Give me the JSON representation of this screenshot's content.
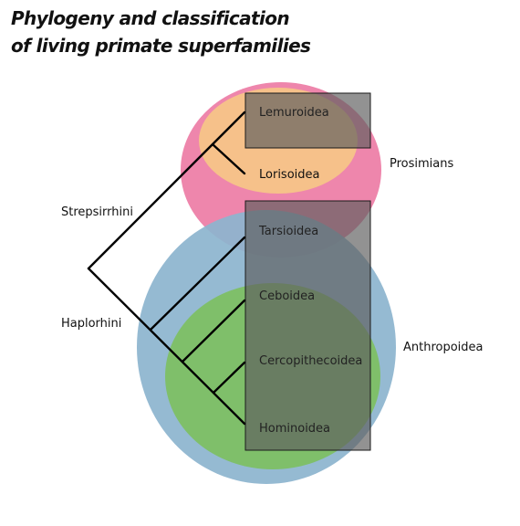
{
  "title": {
    "line1": "Phylogeny and classification",
    "line2": "of living primate superfamilies"
  },
  "groups": {
    "prosimians": "Prosimians",
    "anthropoidea": "Anthropoidea"
  },
  "clades": {
    "strepsirrhini": "Strepsirrhini",
    "haplorhini": "Haplorhini"
  },
  "taxa": {
    "lemuroidea": "Lemuroidea",
    "lorisoidea": "Lorisoidea",
    "tarsioidea": "Tarsioidea",
    "ceboidea": "Ceboidea",
    "cercopithecoidea": "Cercopithecoidea",
    "hominoidea": "Hominoidea"
  },
  "colors": {
    "prosimians_outer": "#ee86ac",
    "prosimians_inner": "#f6c18a",
    "anthropoidea_outer": "#8db5cf",
    "anthropoidea_inner": "#7fbf6a",
    "overlap_box": "#5e5e5e",
    "tree": "#000000"
  }
}
